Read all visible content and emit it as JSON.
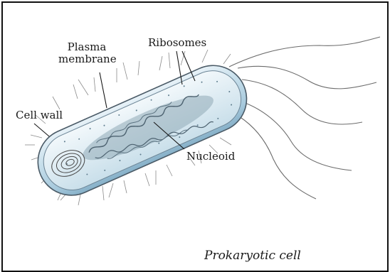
{
  "labels": {
    "plasma_membrane_line1": "Plasma",
    "plasma_membrane_line2": "membrane",
    "ribosomes": "Ribosomes",
    "cell_wall": "Cell wall",
    "nucleoid": "Nucleoid"
  },
  "caption": "Prokaryotic cell"
}
